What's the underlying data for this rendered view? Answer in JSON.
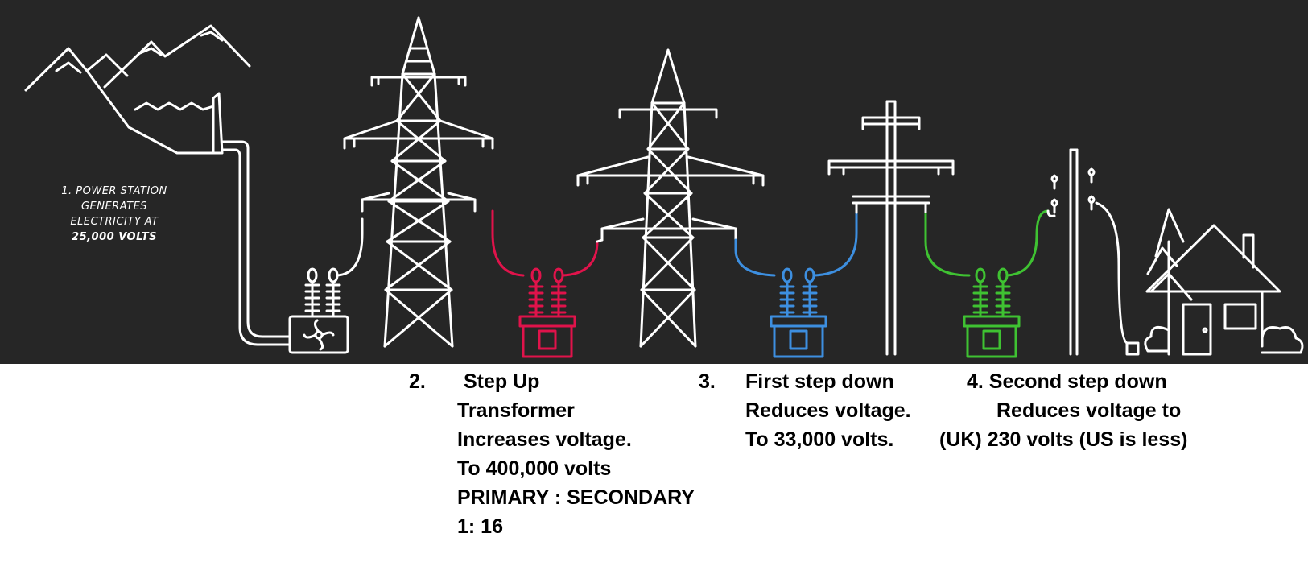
{
  "scene": {
    "colors": {
      "background": "#262626",
      "line": "#ffffff",
      "step_up": "#e0134b",
      "first_step_down": "#3d8fe0",
      "second_step_down": "#3fc232"
    },
    "power_station_label": [
      "1. POWER STATION",
      "GENERATES",
      "ELECTRICITY AT",
      "25,000 VOLTS"
    ]
  },
  "captions": {
    "step_up": {
      "number": "2.",
      "lines": [
        "Step Up",
        "Transformer",
        "Increases voltage.",
        "To 400,000 volts",
        "PRIMARY : SECONDARY",
        "1: 16"
      ]
    },
    "first_step_down": {
      "number": "3.",
      "lines": [
        "First step down",
        "Reduces voltage.",
        "To 33,000 volts."
      ]
    },
    "second_step_down": {
      "lines": [
        "4. Second step down",
        "Reduces voltage to",
        "(UK) 230 volts (US is less)"
      ]
    }
  }
}
